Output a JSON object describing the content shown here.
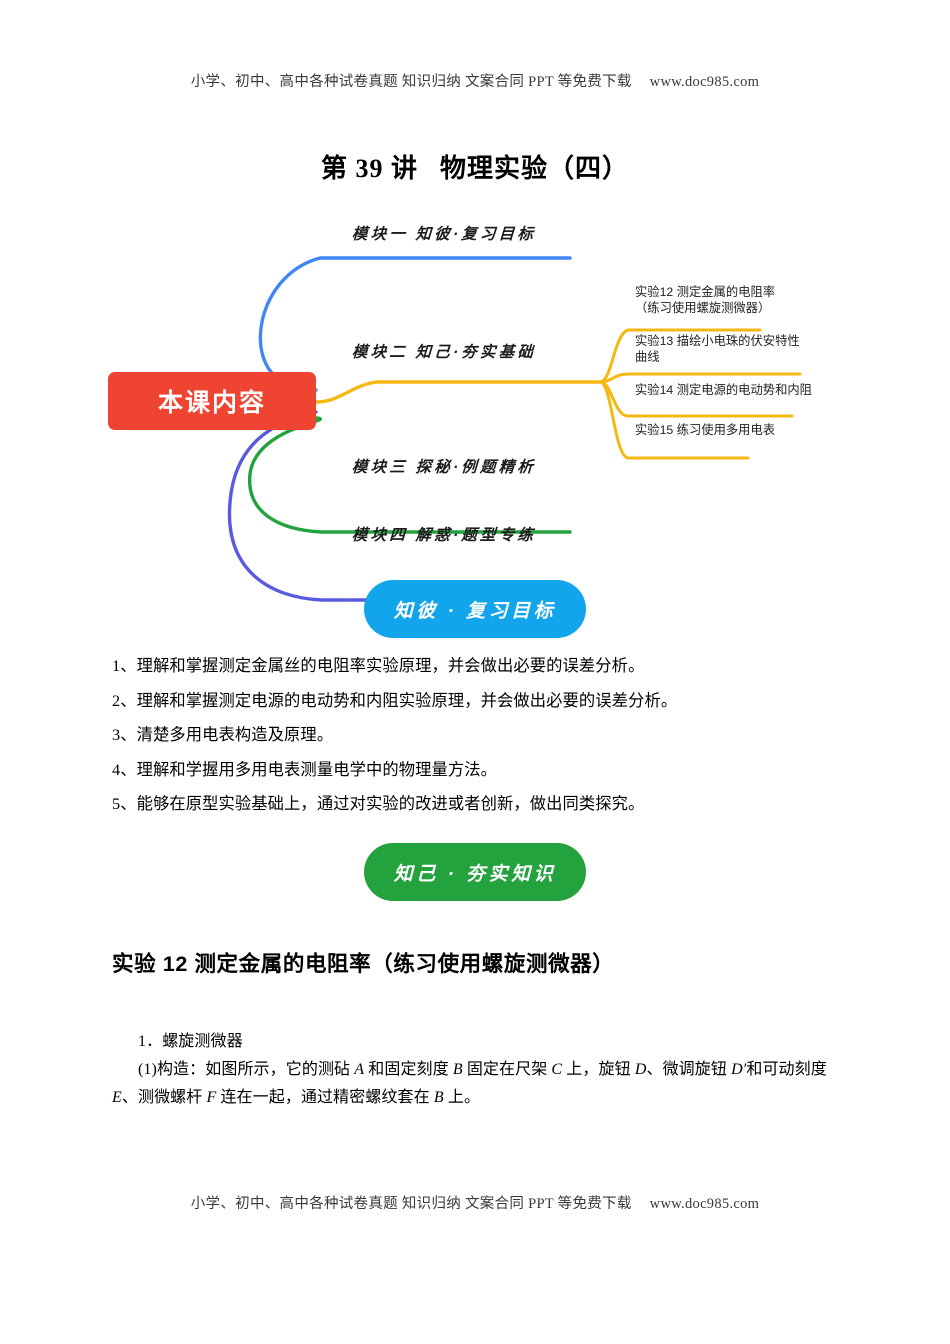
{
  "running_header": {
    "text": "小学、初中、高中各种试卷真题 知识归纳 文案合同 PPT 等免费下载",
    "url": "www.doc985.com"
  },
  "running_footer": {
    "text": "小学、初中、高中各种试卷真题 知识归纳 文案合同 PPT 等免费下载",
    "url": "www.doc985.com"
  },
  "doc_title": {
    "lecture": "第 39 讲",
    "subject": "物理实验（四）"
  },
  "mindmap": {
    "center_label": "本课内容",
    "colors": {
      "center": "#f04433",
      "branch1": "#4285f4",
      "branch2": "#f5b711",
      "branch3": "#23a23d",
      "branch4": "#5a5ae0"
    },
    "branches": [
      {
        "label": "模块一  知彼·复习目标",
        "color": "#4285f4"
      },
      {
        "label": "模块二  知己·夯实基础",
        "color": "#f5b711"
      },
      {
        "label": "模块三  探秘·例题精析",
        "color": "#23a23d"
      },
      {
        "label": "模块四  解惑·题型专练",
        "color": "#5a5ae0"
      }
    ],
    "sub_items": [
      "实验12 测定金属的电阻率\n（练习使用螺旋测微器）",
      "实验13 描绘小电珠的伏安特性\n曲线",
      "实验14 测定电源的电动势和内阻",
      "实验15 练习使用多用电表"
    ]
  },
  "pills": {
    "blue": {
      "label": "知彼 · 复习目标",
      "color": "#13a5eb"
    },
    "green": {
      "label": "知己 · 夯实知识",
      "color": "#23a23d"
    }
  },
  "objectives": [
    "1、理解和掌握测定金属丝的电阻率实验原理，并会做出必要的误差分析。",
    "2、理解和掌握测定电源的电动势和内阻实验原理，并会做出必要的误差分析。",
    "3、清楚多用电表构造及原理。",
    "4、理解和学握用多用电表测量电学中的物理量方法。",
    "5、能够在原型实验基础上，通过对实验的改进或者创新，做出同类探究。"
  ],
  "experiment": {
    "heading": "实验 12 测定金属的电阻率（练习使用螺旋测微器）",
    "item1": "1．螺旋测微器",
    "construction_line1_a": "(1)构造：如图所示，它的测砧 ",
    "construction_A": "A",
    "construction_line1_b": " 和固定刻度 ",
    "construction_B": "B",
    "construction_line1_c": " 固定在尺架 ",
    "construction_C": "C",
    "construction_line1_d": " 上，旋钮 ",
    "construction_D": "D",
    "construction_line1_e": "、微调旋钮 ",
    "construction_Dp": "D′",
    "construction_line1_f": "和可动刻",
    "construction_line2_a": "度",
    "construction_E": "E",
    "construction_line2_b": "、测微螺杆 ",
    "construction_F": "F",
    "construction_line2_c": " 连在一起，通过精密螺纹套在 ",
    "construction_B2": "B",
    "construction_line2_d": " 上。"
  }
}
